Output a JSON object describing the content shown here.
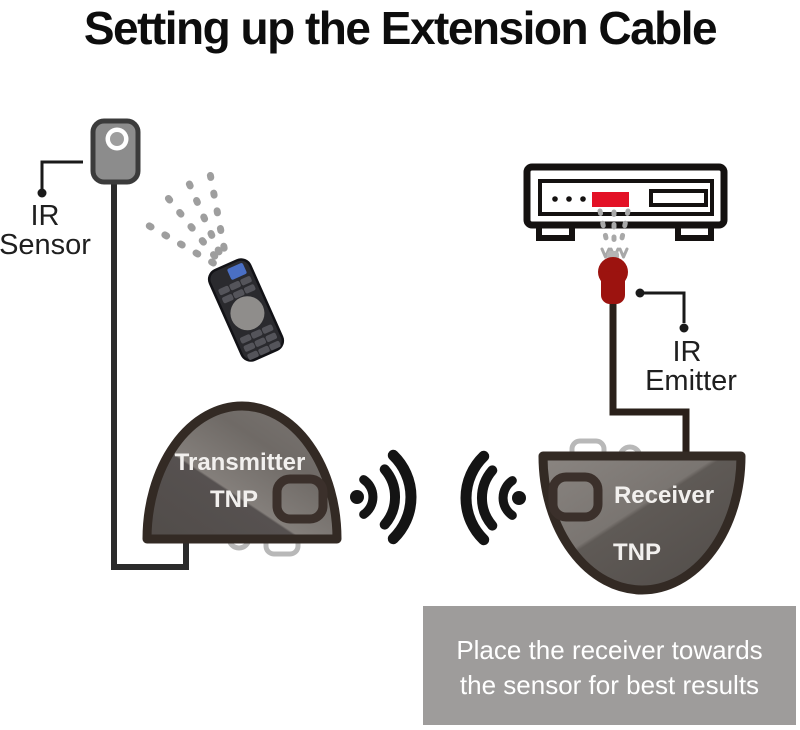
{
  "title": "Setting up the Extension Cable",
  "diagram": {
    "sensor_label": {
      "line1": "IR",
      "line2": "Sensor"
    },
    "emitter_label": {
      "line1": "IR",
      "line2": "Emitter"
    },
    "transmitter": {
      "name": "Transmitter",
      "brand": "TNP"
    },
    "receiver": {
      "name": "Receiver",
      "brand": "TNP"
    },
    "caption": {
      "line1": "Place the receiver towards",
      "line2": "the sensor for best results"
    },
    "icons": {
      "ir_sensor": "ir-sensor-icon",
      "remote": "remote-control-icon",
      "media_player": "media-player-icon",
      "ir_emitter": "ir-emitter-icon",
      "transmitter_dome": "transmitter-device",
      "receiver_dome": "receiver-device",
      "rf_left": "rf-signal-right-arcs-icon",
      "rf_right": "rf-signal-left-arcs-icon"
    },
    "colors": {
      "display_red": "#e31126",
      "emitter_red": "#9c130f",
      "remote_blue": "#4a6fc4",
      "caption_gray": "#9e9c9b",
      "signal_gray": "#9e9e9e",
      "dome_border": "#332a24",
      "outline_black": "#141110"
    }
  }
}
